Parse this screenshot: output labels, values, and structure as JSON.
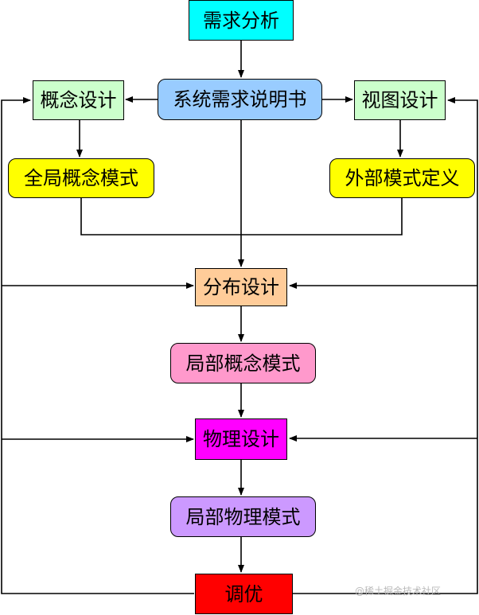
{
  "nodes": {
    "requirements_analysis": "需求分析",
    "requirements_spec": "系统需求说明书",
    "concept_design": "概念设计",
    "view_design": "视图设计",
    "global_concept_schema": "全局概念模式",
    "external_schema_def": "外部模式定义",
    "distribution_design": "分布设计",
    "local_concept_schema": "局部概念模式",
    "physical_design": "物理设计",
    "local_physical_schema": "局部物理模式",
    "tuning": "调优"
  },
  "colors": {
    "requirements_analysis": "#00ffff",
    "requirements_spec": "#99ccff",
    "concept_design": "#ccffcc",
    "view_design": "#ccffcc",
    "global_concept_schema": "#ffff00",
    "external_schema_def": "#ffff00",
    "distribution_design": "#ffcc99",
    "local_concept_schema": "#ff99cc",
    "physical_design": "#ff00ff",
    "local_physical_schema": "#cc99ff",
    "tuning": "#ff0000"
  },
  "watermark": "@稀土掘金技术社区"
}
